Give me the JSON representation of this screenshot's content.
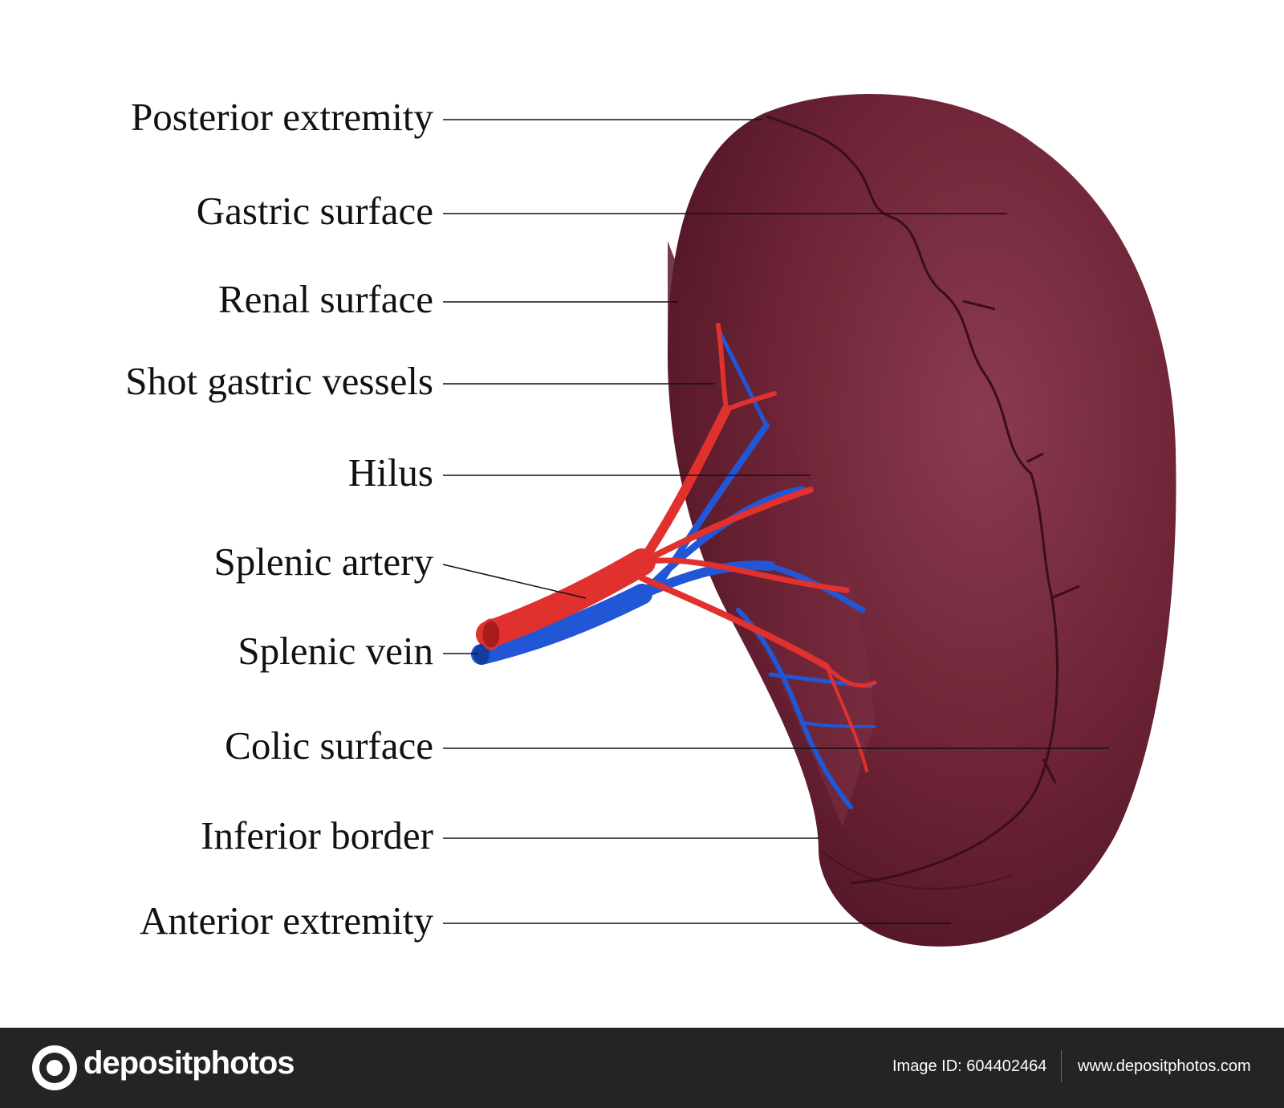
{
  "diagram": {
    "labels": [
      "Posterior extremity",
      "Gastric surface",
      "Renal surface",
      "Shot gastric vessels",
      "Hilus",
      "Splenic artery",
      "Splenic vein",
      "Colic surface",
      "Inferior border",
      "Anterior extremity"
    ]
  },
  "colors": {
    "organ": "#6e2436",
    "artery": "#e0312e",
    "vein": "#2156d6",
    "footer_bg": "#242424"
  },
  "footer": {
    "logo_text": "depositphotos",
    "image_id": "Image ID: 604402464",
    "url": "www.depositphotos.com"
  }
}
